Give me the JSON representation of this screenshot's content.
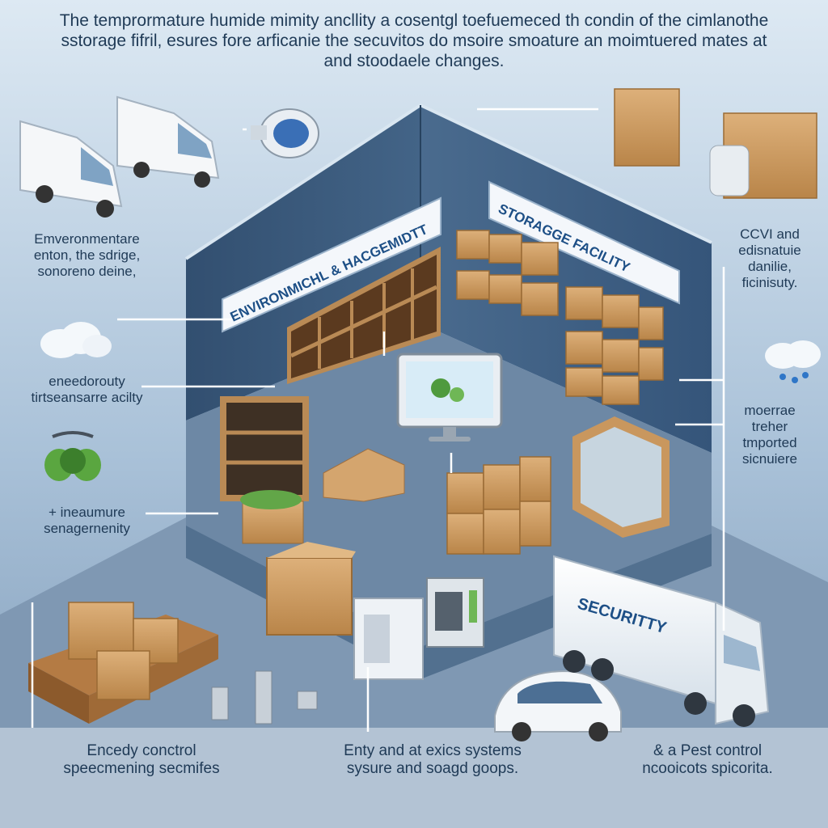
{
  "header": {
    "line1": "The temprormature humide mimity ancllity a cosentgl toefuemeced th condin of the cimlanothe",
    "line2": "sstorage fifril, esures fore arficanie the secuvitos do msoire smoature an moimtuered mates at",
    "line3": "and stoodaele changes."
  },
  "left_labels": {
    "block1": [
      "Emveronmentare",
      "enton, the sdrige,",
      "sonoreno deine,"
    ],
    "block2": [
      "eneedorouty",
      "tirtseansarre acilty"
    ],
    "block3": [
      "+ ineaumure",
      "senagernenity"
    ]
  },
  "right_labels": {
    "block1": [
      "CCVI and",
      "edisnatuie",
      "danilie,",
      "ficinisuty."
    ],
    "block2": [
      "moerrae",
      "treher",
      "tmported",
      "sicnuiere"
    ]
  },
  "bottom_labels": {
    "left": [
      "Encedy conctrol",
      "speecmening secmifes"
    ],
    "center": [
      "Enty and at exics systems",
      "sysure and soagd goops."
    ],
    "right": [
      "& a Pest control",
      "ncooicots spicorita."
    ]
  },
  "signs": {
    "environmental": "ENVIRONMICHL & HACGEMIDTT",
    "storage": "STORAGGE FACILITY",
    "truck": "SECURITTY"
  },
  "icons": {
    "cloud_left": "cloud-icon",
    "cloud_right": "rain-cloud-icon",
    "pest": "pest-bug-icon",
    "sensor": "sensor-camera-icon"
  },
  "colors": {
    "background": "#9fb9d2",
    "wall_dark": "#2f4d6e",
    "floor": "#6f8aa6",
    "text": "#1f3a56",
    "box": "#c9975e",
    "sign_text": "#1d4f86"
  }
}
